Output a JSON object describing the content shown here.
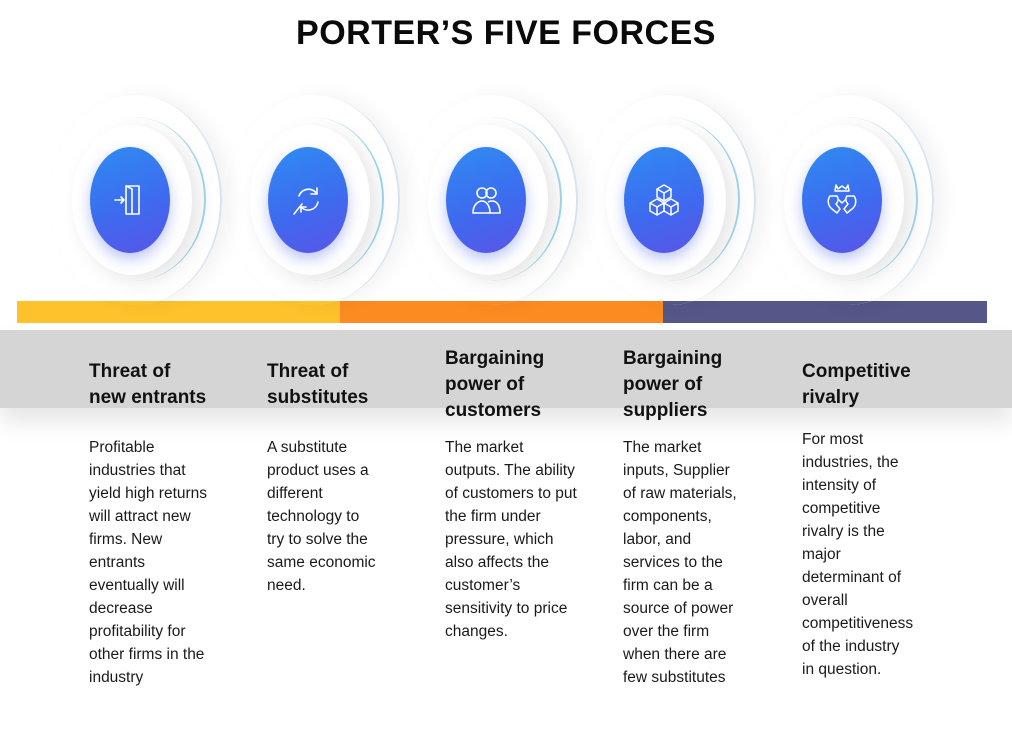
{
  "title": "PORTER’S FIVE FORCES",
  "colors": {
    "bar_yellow": "#fdc22c",
    "bar_orange": "#fb8c22",
    "bar_purple": "#565789",
    "band_gray": "#d5d5d5",
    "icon_gradient_start": "#2f8cf2",
    "icon_gradient_end": "#5a54e8"
  },
  "forces": [
    {
      "icon": "enter-door-icon",
      "heading": [
        "Threat of",
        "new entrants"
      ],
      "description": "Profitable industries that yield high returns will attract new firms. New entrants eventually will decrease profitability for other firms in the industry"
    },
    {
      "icon": "refresh-substitute-icon",
      "heading": [
        "Threat of",
        "substitutes"
      ],
      "description": "A substitute product uses a different technology to try to solve the same economic need."
    },
    {
      "icon": "customers-icon",
      "heading": [
        "Bargaining",
        "power of",
        "customers"
      ],
      "description": "The market outputs. The ability of customers to put the firm under pressure, which also affects the customer’s sensitivity to price changes."
    },
    {
      "icon": "boxes-supplier-icon",
      "heading": [
        "Bargaining",
        "power of",
        "suppliers"
      ],
      "description": "The market inputs, Supplier of raw materials, components, labor, and services to the firm can be a source of power over the firm when there are few substitutes"
    },
    {
      "icon": "rivalry-icon",
      "heading": [
        "Competitive",
        "rivalry"
      ],
      "description": "For most industries, the intensity of competitive rivalry is the major determinant of overall competitiveness of the industry in question."
    }
  ]
}
